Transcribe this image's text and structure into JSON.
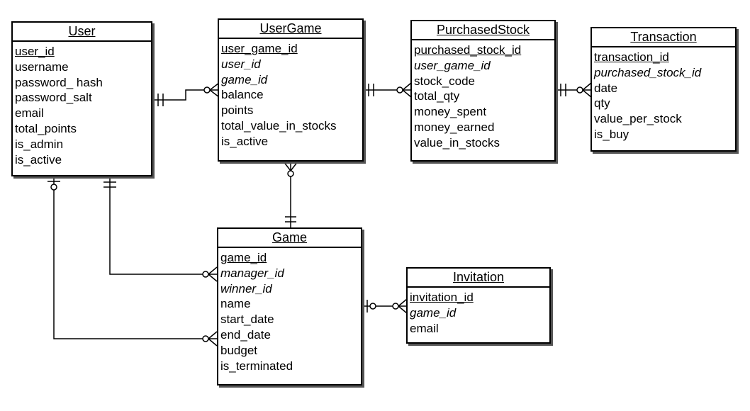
{
  "entities": {
    "user": {
      "name": "User",
      "fields": [
        {
          "name": "user_id",
          "kind": "pk"
        },
        {
          "name": "username",
          "kind": "attr"
        },
        {
          "name": "password_ hash",
          "kind": "attr"
        },
        {
          "name": "password_salt",
          "kind": "attr"
        },
        {
          "name": "email",
          "kind": "attr"
        },
        {
          "name": "total_points",
          "kind": "attr"
        },
        {
          "name": "is_admin",
          "kind": "attr"
        },
        {
          "name": "is_active",
          "kind": "attr"
        }
      ]
    },
    "usergame": {
      "name": "UserGame",
      "fields": [
        {
          "name": "user_game_id",
          "kind": "pk"
        },
        {
          "name": "user_id",
          "kind": "fk"
        },
        {
          "name": "game_id",
          "kind": "fk"
        },
        {
          "name": "balance",
          "kind": "attr"
        },
        {
          "name": "points",
          "kind": "attr"
        },
        {
          "name": "total_value_in_stocks",
          "kind": "attr"
        },
        {
          "name": "is_active",
          "kind": "attr"
        }
      ]
    },
    "purchasedstock": {
      "name": "PurchasedStock",
      "fields": [
        {
          "name": "purchased_stock_id",
          "kind": "pk"
        },
        {
          "name": "user_game_id",
          "kind": "fk"
        },
        {
          "name": "stock_code",
          "kind": "attr"
        },
        {
          "name": "total_qty",
          "kind": "attr"
        },
        {
          "name": "money_spent",
          "kind": "attr"
        },
        {
          "name": "money_earned",
          "kind": "attr"
        },
        {
          "name": "value_in_stocks",
          "kind": "attr"
        }
      ]
    },
    "transaction": {
      "name": "Transaction",
      "fields": [
        {
          "name": "transaction_id",
          "kind": "pk"
        },
        {
          "name": "purchased_stock_id",
          "kind": "fk"
        },
        {
          "name": "date",
          "kind": "attr"
        },
        {
          "name": "qty",
          "kind": "attr"
        },
        {
          "name": "value_per_stock",
          "kind": "attr"
        },
        {
          "name": "is_buy",
          "kind": "attr"
        }
      ]
    },
    "game": {
      "name": "Game",
      "fields": [
        {
          "name": "game_id",
          "kind": "pk"
        },
        {
          "name": "manager_id",
          "kind": "fk"
        },
        {
          "name": "winner_id",
          "kind": "fk"
        },
        {
          "name": "name",
          "kind": "attr"
        },
        {
          "name": "start_date",
          "kind": "attr"
        },
        {
          "name": "end_date",
          "kind": "attr"
        },
        {
          "name": "budget",
          "kind": "attr"
        },
        {
          "name": "is_terminated",
          "kind": "attr"
        }
      ]
    },
    "invitation": {
      "name": "Invitation",
      "fields": [
        {
          "name": "invitation_id",
          "kind": "pk"
        },
        {
          "name": "game_id",
          "kind": "fk"
        },
        {
          "name": "email",
          "kind": "attr"
        }
      ]
    }
  },
  "relationships": [
    {
      "from": "User",
      "to": "UserGame",
      "from_end": "one-and-only-one",
      "to_end": "zero-or-many"
    },
    {
      "from": "UserGame",
      "to": "PurchasedStock",
      "from_end": "one-and-only-one",
      "to_end": "zero-or-many"
    },
    {
      "from": "PurchasedStock",
      "to": "Transaction",
      "from_end": "one-and-only-one",
      "to_end": "zero-or-many"
    },
    {
      "from": "Game",
      "to": "UserGame",
      "from_end": "one-and-only-one",
      "to_end": "zero-or-many"
    },
    {
      "from": "User",
      "to": "Game",
      "from_end": "one-and-only-one",
      "to_end": "zero-or-many"
    },
    {
      "from": "User",
      "to": "Game",
      "from_end": "zero-or-one",
      "to_end": "zero-or-many"
    },
    {
      "from": "Game",
      "to": "Invitation",
      "from_end": "one-and-only-one",
      "to_end": "zero-or-many"
    }
  ]
}
